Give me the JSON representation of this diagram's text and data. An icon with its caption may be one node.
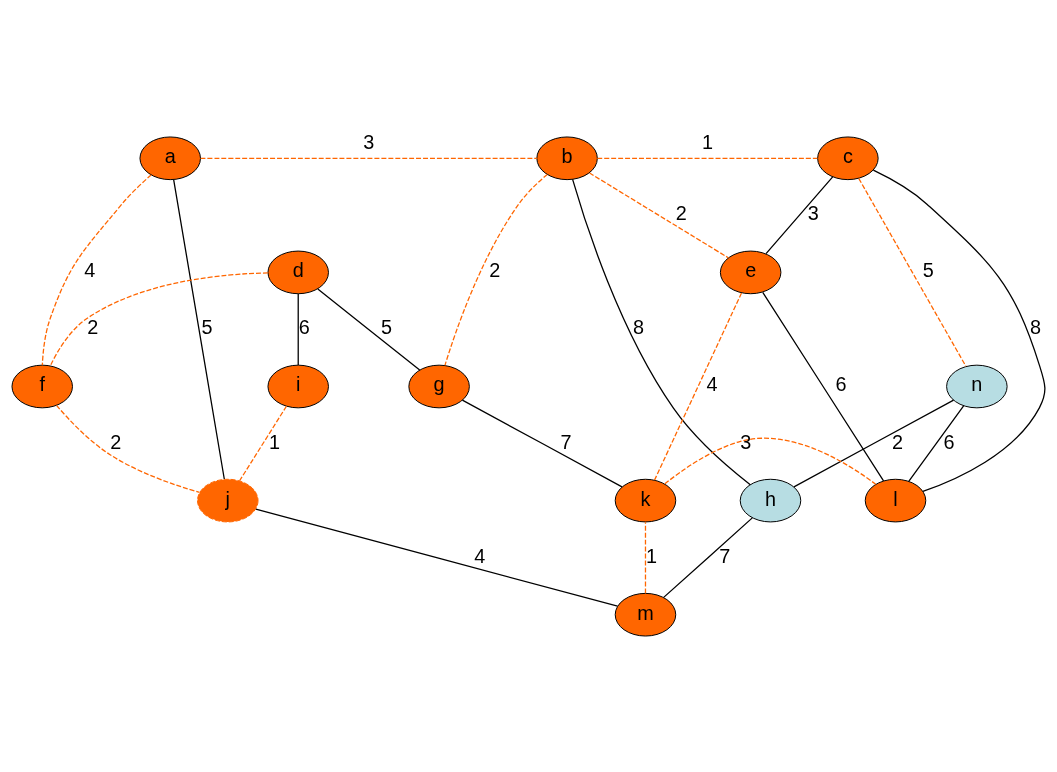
{
  "diagram": {
    "nodes": [
      {
        "text": [
          "a"
        ]
      },
      {
        "text": [
          "b"
        ]
      },
      {
        "text": [
          "c"
        ]
      },
      {
        "text": [
          "d"
        ]
      },
      {
        "text": [
          "e"
        ]
      },
      {
        "text": [
          "f"
        ]
      },
      {
        "text": [
          "g"
        ]
      },
      {
        "text": [
          "n"
        ]
      },
      {
        "text": [
          "i"
        ]
      },
      {
        "text": [
          "j"
        ]
      },
      {
        "text": [
          "k"
        ]
      },
      {
        "text": [
          "l"
        ]
      },
      {
        "text": [
          "h"
        ]
      },
      {
        "text": [
          "m"
        ]
      }
    ],
    "edges": [
      {
        "from": 0,
        "to": 1,
        "arrow": "none",
        "label": "3",
        "style": "dashed",
        "color": "#ff6600"
      },
      {
        "from": 1,
        "to": 2,
        "arrow": "none",
        "label": "1",
        "style": "dashed",
        "color": "#ff6600"
      },
      {
        "from": 1,
        "to": 12,
        "arrow": "none",
        "label": "8",
        "color": "#000000"
      },
      {
        "from": 0,
        "to": 5,
        "arrow": "none",
        "label": "4",
        "style": "dashed",
        "color": "#ff6600"
      },
      {
        "from": 1,
        "to": 6,
        "arrow": "none",
        "label": "2",
        "style": "dashed",
        "color": "#ff6600"
      },
      {
        "from": 1,
        "to": 4,
        "arrow": "none",
        "label": "2",
        "style": "dashed",
        "color": "#ff6600"
      },
      {
        "from": 2,
        "to": 4,
        "arrow": "none",
        "label": "3",
        "color": "#000000"
      },
      {
        "from": 2,
        "to": 11,
        "arrow": "none",
        "label": "8",
        "color": "#000000"
      },
      {
        "from": 2,
        "to": 7,
        "arrow": "none",
        "label": "5",
        "style": "dashed",
        "color": "#ff6600"
      },
      {
        "from": 3,
        "to": 5,
        "arrow": "none",
        "label": "2",
        "style": "dashed",
        "color": "#ff6600"
      },
      {
        "from": 3,
        "to": 6,
        "arrow": "none",
        "label": "5",
        "color": "#000000"
      },
      {
        "from": 3,
        "to": 8,
        "arrow": "none",
        "label": "6",
        "color": "#000000"
      },
      {
        "from": 0,
        "to": 9,
        "arrow": "none",
        "label": "5",
        "color": "#000000"
      },
      {
        "from": 5,
        "to": 9,
        "arrow": "none",
        "label": "2",
        "style": "dashed",
        "color": "#ff6600"
      },
      {
        "from": 8,
        "to": 9,
        "arrow": "none",
        "label": "1",
        "style": "dashed",
        "color": "#ff6600"
      },
      {
        "from": 6,
        "to": 10,
        "arrow": "none",
        "label": "7",
        "color": "#000000"
      },
      {
        "from": 4,
        "to": 10,
        "arrow": "none",
        "label": "4",
        "style": "dashed",
        "color": "#ff6600"
      },
      {
        "from": 4,
        "to": 11,
        "arrow": "none",
        "label": "6",
        "color": "#000000"
      },
      {
        "from": 7,
        "to": 11,
        "arrow": "none",
        "label": "6",
        "color": "#000000"
      },
      {
        "from": 7,
        "to": 12,
        "arrow": "none",
        "label": "2",
        "color": "#000000"
      },
      {
        "from": 10,
        "to": 11,
        "arrow": "none",
        "label": "3",
        "style": "dashed",
        "color": "#ff6600"
      },
      {
        "from": 9,
        "to": 13,
        "arrow": "none",
        "label": "4",
        "color": "#000000"
      },
      {
        "from": 13,
        "to": 10,
        "arrow": "none",
        "label": "1",
        "style": "dashed",
        "color": "#ff6600"
      },
      {
        "from": 13,
        "to": 12,
        "arrow": "none",
        "label": "7",
        "color": "#000000"
      }
    ]
  }
}
